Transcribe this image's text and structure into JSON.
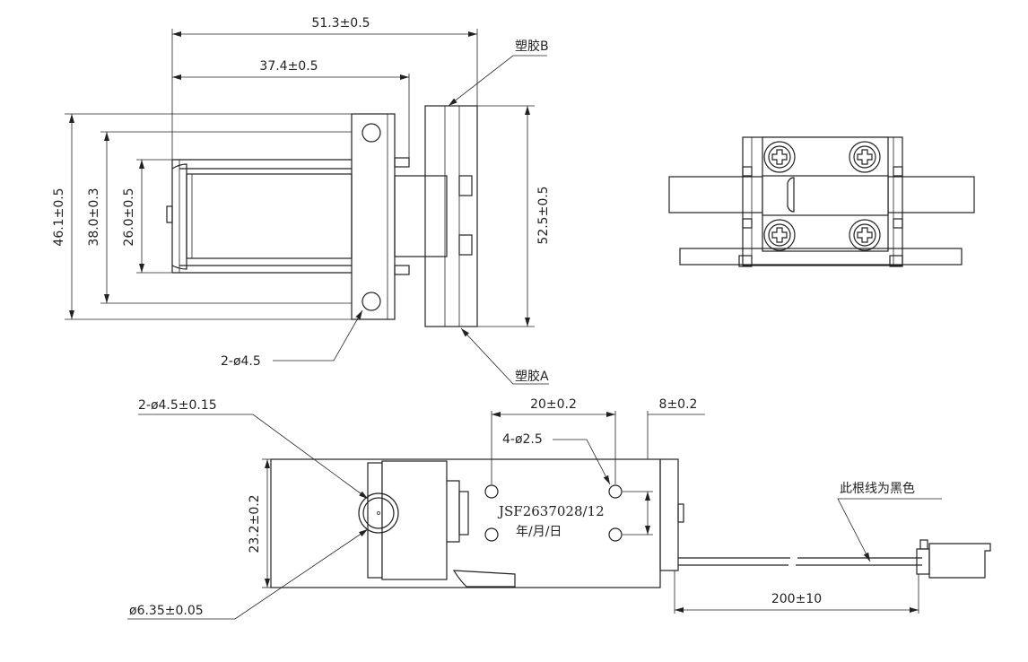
{
  "dimensions": {
    "overall_length": "51.3±0.5",
    "body_length": "37.4±0.5",
    "height_total": "46.1±0.5",
    "height_inner": "38.0±0.3",
    "height_coil": "26.0±0.5",
    "plastic_height": "52.5±0.5",
    "mount_holes_top": "2-ø4.5",
    "mount_holes_bottom": "2-ø4.5±0.15",
    "hole_spacing": "20±0.2",
    "small_holes": "4-ø2.5",
    "edge_offset": "8±0.2",
    "body_height": "23.2±0.2",
    "plunger_dia": "ø6.35±0.05",
    "wire_length": "200±10"
  },
  "labels": {
    "plastic_b": "塑胶B",
    "plastic_a": "塑胶A",
    "part_number": "JSF2637028/12",
    "date_code": "年/月/日",
    "wire_note": "此根线为黑色"
  }
}
